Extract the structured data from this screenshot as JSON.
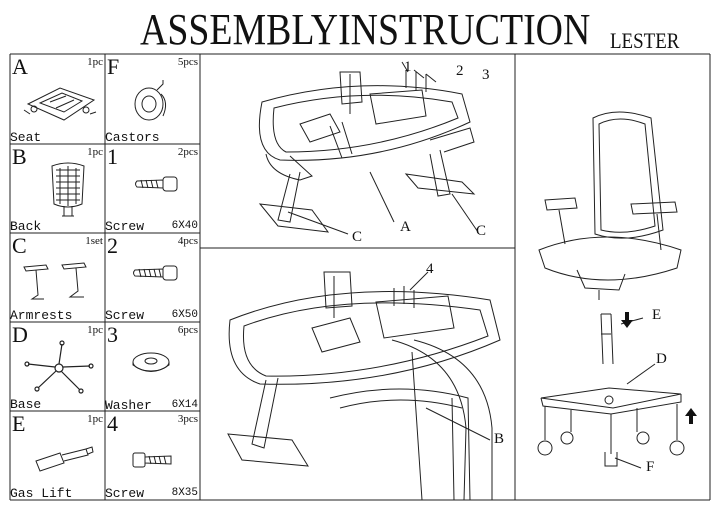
{
  "header": {
    "title": "ASSEMBLYINSTRUCTION",
    "brand": "LESTER"
  },
  "parts": [
    {
      "code": "A",
      "qty": "1pc",
      "name": "Seat",
      "size": ""
    },
    {
      "code": "F",
      "qty": "5pcs",
      "name": "Castors",
      "size": ""
    },
    {
      "code": "B",
      "qty": "1pc",
      "name": "Back",
      "size": ""
    },
    {
      "code": "1",
      "qty": "2pcs",
      "name": "Screw",
      "size": "6X40"
    },
    {
      "code": "C",
      "qty": "1set",
      "name": "Armrests",
      "size": ""
    },
    {
      "code": "2",
      "qty": "4pcs",
      "name": "Screw",
      "size": "6X50"
    },
    {
      "code": "D",
      "qty": "1pc",
      "name": "Base",
      "size": ""
    },
    {
      "code": "3",
      "qty": "6pcs",
      "name": "Washer",
      "size": "6X14"
    },
    {
      "code": "E",
      "qty": "1pc",
      "name": "Gas Lift",
      "size": ""
    },
    {
      "code": "4",
      "qty": "3pcs",
      "name": "Screw",
      "size": "8X35"
    }
  ],
  "diagram1": {
    "callouts": [
      "1",
      "2",
      "3",
      "A",
      "C",
      "C"
    ]
  },
  "diagram2": {
    "callouts": [
      "4",
      "B"
    ]
  },
  "diagram3": {
    "callouts": [
      "E",
      "D",
      "F"
    ]
  },
  "icons": [
    "seat-part-icon",
    "castor-icon",
    "back-part-icon",
    "screw-icon",
    "armrest-icon",
    "base-icon",
    "washer-icon",
    "gas-lift-icon",
    "arrow-down-icon",
    "arrow-up-icon"
  ]
}
